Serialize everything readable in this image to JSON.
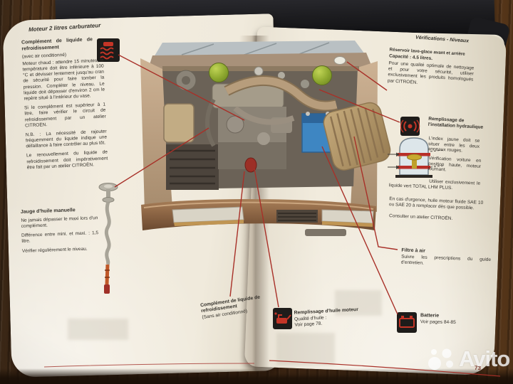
{
  "title": "Moteur 2 litres carburateur",
  "left_page": {
    "coolant_ac": {
      "heading": "Complément de liquide de refroidissement",
      "variant": "(avec air conditionné)",
      "p1": "Moteur chaud : attendre 15 minutes, la température doit être inférieure à 100 °C et dévisser lentement jusqu'au cran de sécurité pour faire tomber la pression. Compléter le niveau. Le liquide doit dépasser d'environ 2 cm le repère situé à l'intérieur du vase.",
      "p2": "Si le complément est supérieur à 1 litre, faire vérifier le circuit de refroidissement par un atelier CITROËN.",
      "p3": "N.B. : La nécessité de rajouter fréquemment du liquide indique une défaillance à faire contrôler au plus tôt.",
      "p4": "Le renouvellement du liquide de refroidissement doit impérativement être fait par un atelier CITROËN."
    },
    "oil_gauge": {
      "heading": "Jauge d'huile manuelle",
      "p1": "Ne jamais dépasser le maxi lors d'un complément.",
      "p2": "Différence entre mini. et maxi. : 1,5 litre.",
      "p3": "Vérifier régulièrement le niveau."
    },
    "coolant_no_ac": {
      "heading": "Complément de liquide de refroidissement",
      "variant": "(Sans air conditionné)"
    }
  },
  "right_page": {
    "header": "Vérifications - Niveaux",
    "washer": {
      "heading": "Réservoir lave-glace avant et arrière",
      "capacity": "Capacité : 4.5 litres.",
      "body": "Pour une qualité optimale de nettoyage et pour votre sécurité, utiliser exclusivement les produits homologués par CITROËN."
    },
    "hydraulic": {
      "heading": "Remplissage de l'installation hydraulique",
      "p1": "L'index jaune doit se situer entre les deux anneaux rouges.",
      "p2": "Vérification voiture en position haute, moteur tournant.",
      "p3": "Utiliser exclusivement le liquide vert TOTAL LHM PLUS.",
      "p4": "En cas d'urgence, huile moteur fluide SAE 10 ou SAE 20 à remplacer dès que possible.",
      "p5": "Consulter un atelier CITROËN."
    },
    "air_filter": {
      "heading": "Filtre à air",
      "body": "Suivre les prescriptions du guide d'entretien."
    },
    "engine_oil": {
      "heading": "Remplissage d'huile moteur",
      "l1": "Qualité d'huile :",
      "l2": "Voir page 78."
    },
    "battery": {
      "heading": "Batterie",
      "body": "Voir pages 84-85"
    },
    "page_number": "73"
  },
  "watermark": {
    "brand": "Avito"
  },
  "icons": {
    "coolant": "coolant-radiator-icon",
    "hydraulic": "lhm-hydraulic-icon",
    "oil": "oil-can-icon",
    "battery": "battery-icon",
    "logo": "avito-logo-icon"
  },
  "colors": {
    "callout_red": "#a83028",
    "icon_bg": "#1e1c1a",
    "icon_red": "#c43527",
    "sphere_green": "#8fa930",
    "battery_blue": "#3e86c2",
    "page": "#efe9dc"
  }
}
